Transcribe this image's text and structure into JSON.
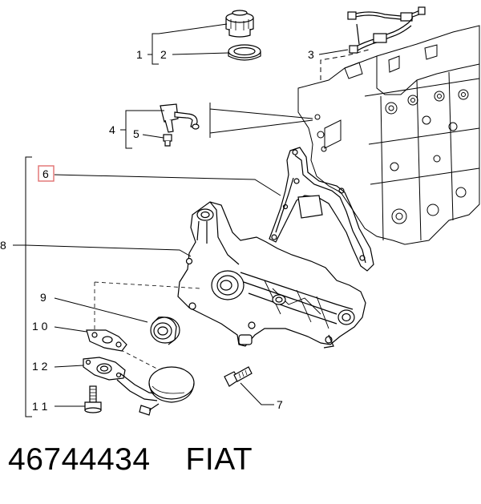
{
  "callouts": {
    "c1": "1",
    "c2": "2",
    "c3": "3",
    "c4": "4",
    "c5": "5",
    "c6": "6",
    "c7": "7",
    "c8": "8",
    "c9": "9",
    "c10": "1 0",
    "c11": "1 1",
    "c12": "1 2"
  },
  "highlight_color": "#e07070",
  "footer": {
    "part_number": "46744434",
    "brand": "FIAT"
  }
}
